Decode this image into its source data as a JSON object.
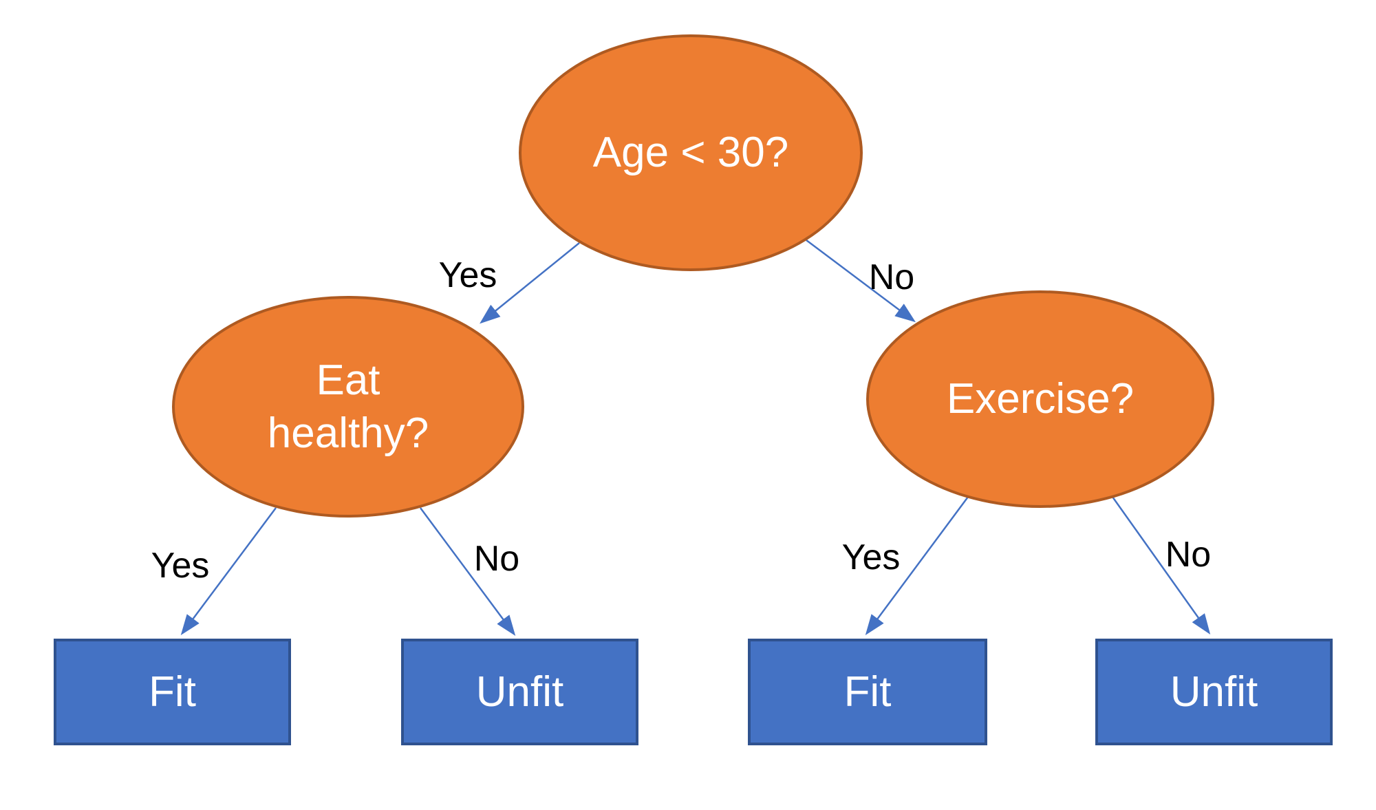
{
  "diagram": {
    "type": "decision-tree",
    "background": "#FFFFFF",
    "colors": {
      "question_node_fill": "#ED7D31",
      "question_node_border": "#AE5A21",
      "question_node_text": "#FFFFFF",
      "leaf_node_fill": "#4472C4",
      "leaf_node_border": "#2F528F",
      "leaf_node_text": "#FFFFFF",
      "arrow": "#4472C4",
      "branch_label_text": "#000000"
    },
    "root": {
      "label": "Age < 30?"
    },
    "level2": {
      "left": {
        "label": "Eat healthy?"
      },
      "right": {
        "label": "Exercise?"
      }
    },
    "branches": {
      "root_yes": "Yes",
      "root_no": "No",
      "eat_yes": "Yes",
      "eat_no": "No",
      "exercise_yes": "Yes",
      "exercise_no": "No"
    },
    "leaves": {
      "eat_yes": "Fit",
      "eat_no": "Unfit",
      "exercise_yes": "Fit",
      "exercise_no": "Unfit"
    }
  }
}
